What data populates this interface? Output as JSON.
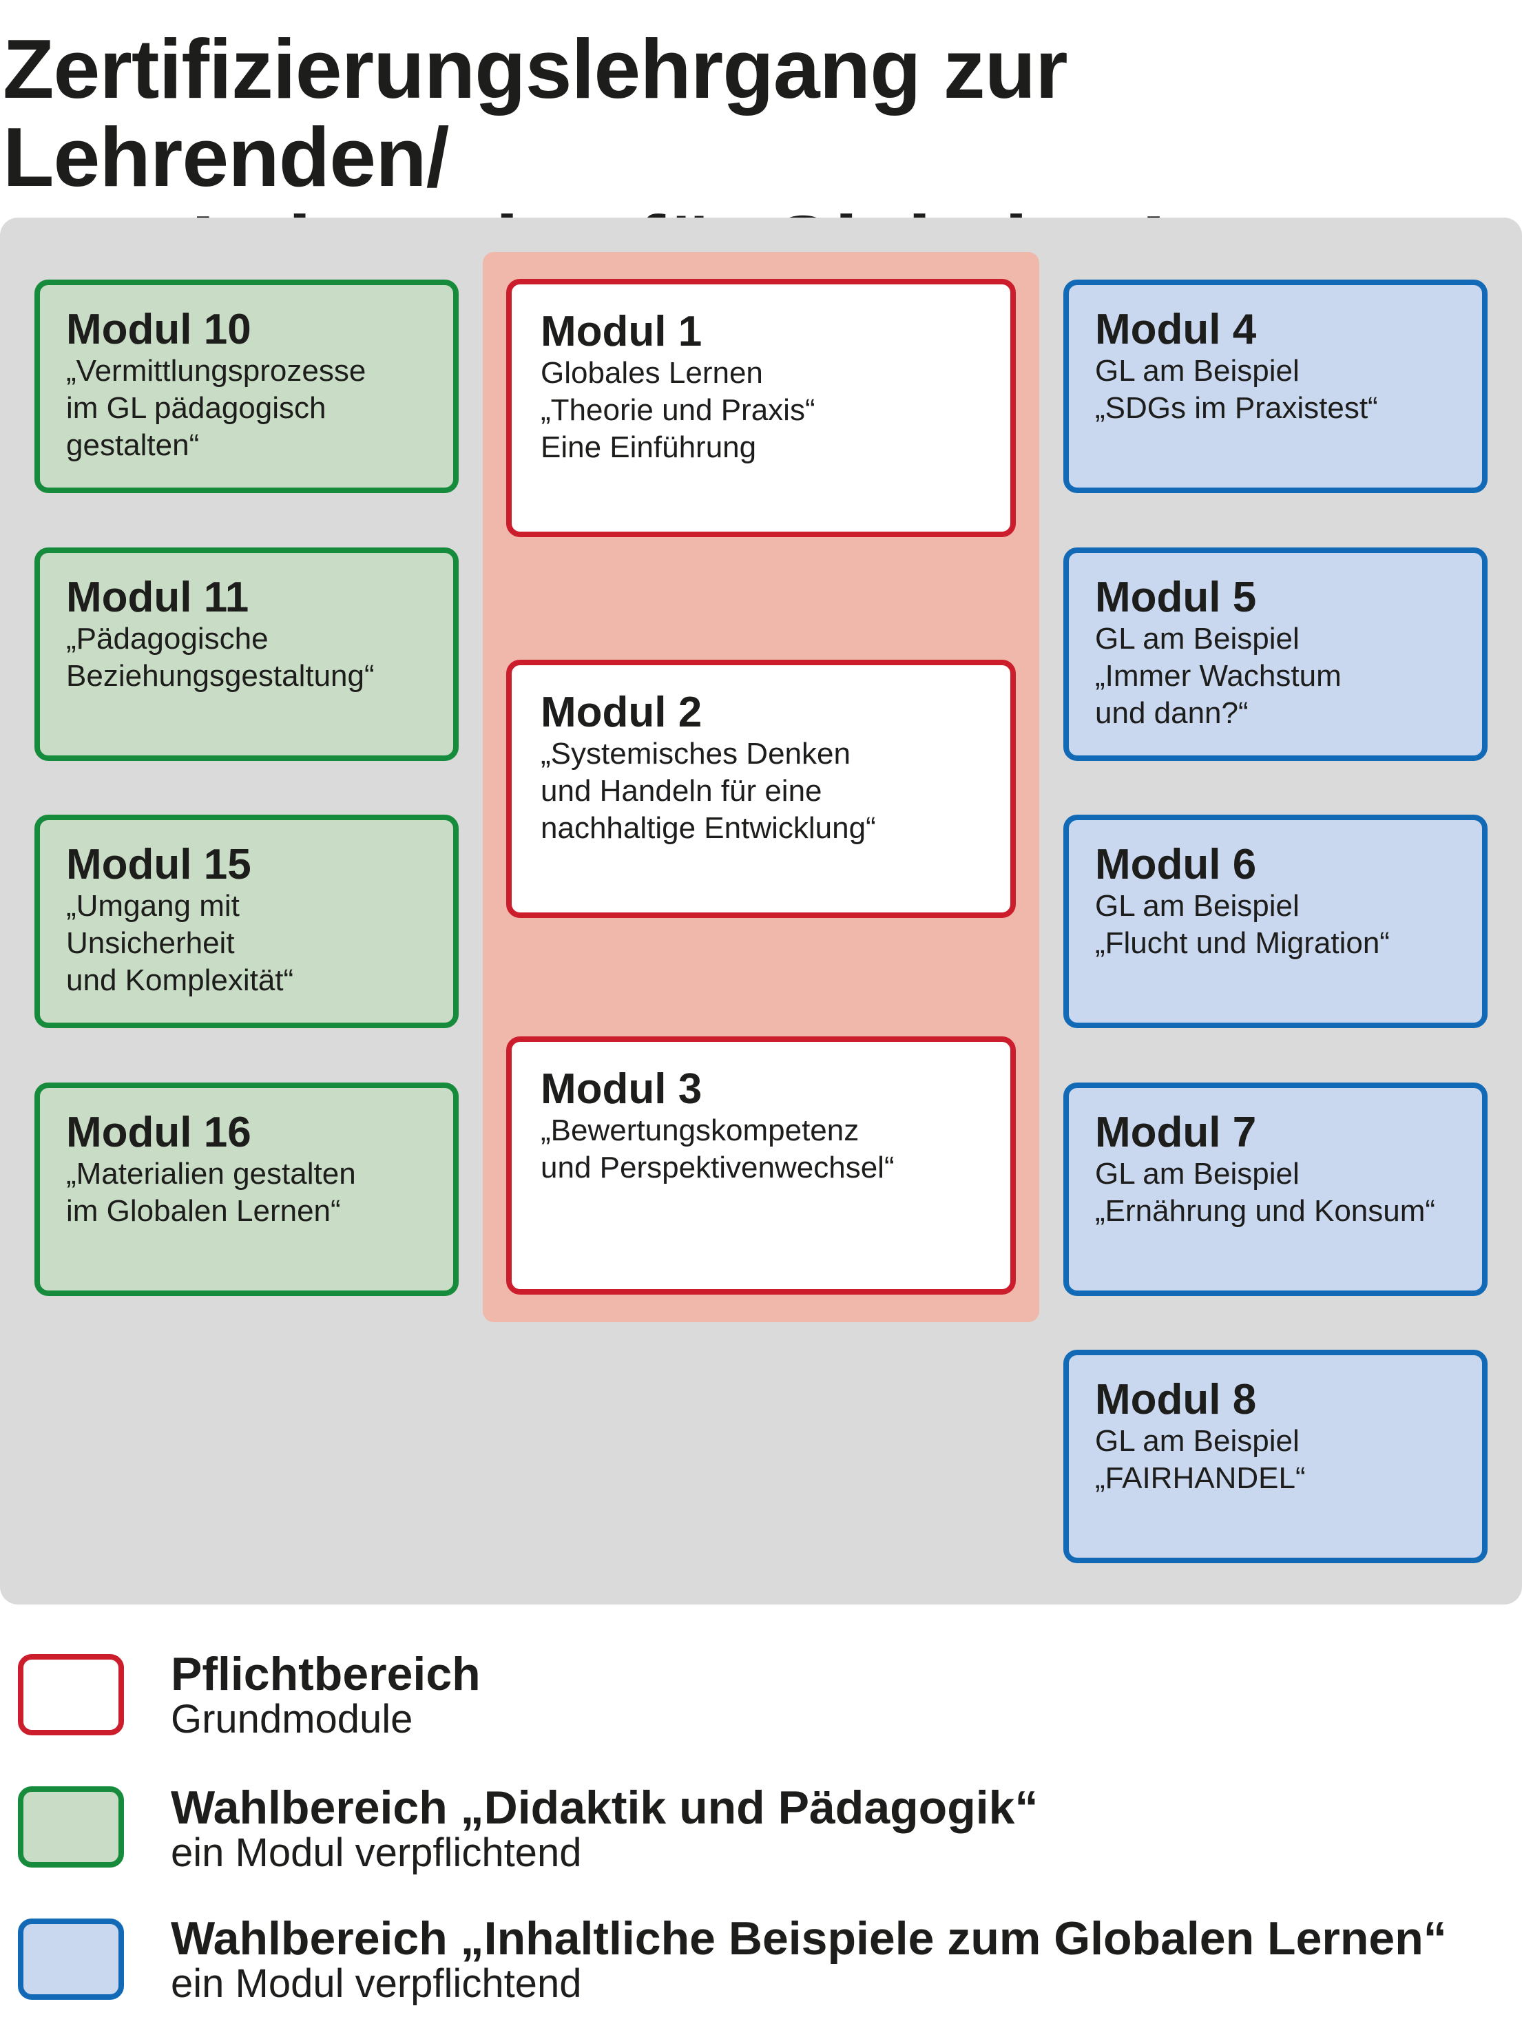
{
  "title": {
    "line1": "Zertifizierungslehrgang zur Lehrenden/",
    "line2": "zum Lehrenden für Globales Lernen"
  },
  "columns": {
    "didaktik": [
      {
        "title": "Modul 10",
        "lines": [
          "„Vermittlungsprozesse",
          "im GL pädagogisch",
          "gestalten“"
        ]
      },
      {
        "title": "Modul 11",
        "lines": [
          "„Pädagogische",
          "Beziehungsgestaltung“"
        ]
      },
      {
        "title": "Modul 15",
        "lines": [
          "„Umgang mit",
          "Unsicherheit",
          "und Komplexität“"
        ]
      },
      {
        "title": "Modul 16",
        "lines": [
          "„Materialien gestalten",
          "im Globalen Lernen“"
        ]
      }
    ],
    "pflicht": [
      {
        "title": "Modul 1",
        "lines": [
          "Globales Lernen",
          "„Theorie und Praxis“",
          "Eine Einführung"
        ]
      },
      {
        "title": "Modul 2",
        "lines": [
          "„Systemisches Denken",
          "und Handeln für eine",
          "nachhaltige Entwicklung“"
        ]
      },
      {
        "title": "Modul 3",
        "lines": [
          "„Bewertungskompetenz",
          "und Perspektivenwechsel“"
        ]
      }
    ],
    "inhalt": [
      {
        "title": "Modul 4",
        "lines": [
          "GL am Beispiel",
          "„SDGs im Praxistest“"
        ]
      },
      {
        "title": "Modul 5",
        "lines": [
          "GL am Beispiel",
          "„Immer Wachstum",
          "und dann?“"
        ]
      },
      {
        "title": "Modul 6",
        "lines": [
          "GL am Beispiel",
          "„Flucht und Migration“"
        ]
      },
      {
        "title": "Modul 7",
        "lines": [
          "GL am Beispiel",
          "„Ernährung und Konsum“"
        ]
      },
      {
        "title": "Modul 8",
        "lines": [
          "GL am Beispiel",
          "„FAIRHANDEL“"
        ]
      }
    ]
  },
  "legend": [
    {
      "title": "Pflichtbereich",
      "subtitle": "Grundmodule"
    },
    {
      "title": "Wahlbereich „Didaktik und Pädagogik“",
      "subtitle": "ein Modul verpflichtend"
    },
    {
      "title": "Wahlbereich „Inhaltliche Beispiele zum Globalen Lernen“",
      "subtitle": "ein Modul verpflichtend"
    }
  ],
  "colors": {
    "pflicht_border": "#cb1d2c",
    "pflicht_area": "#efb8ab",
    "didaktik_border": "#168b3c",
    "didaktik_fill": "#c9dcc6",
    "inhalt_border": "#126ab6",
    "inhalt_fill": "#c9d7ef",
    "panel": "#dadada"
  }
}
